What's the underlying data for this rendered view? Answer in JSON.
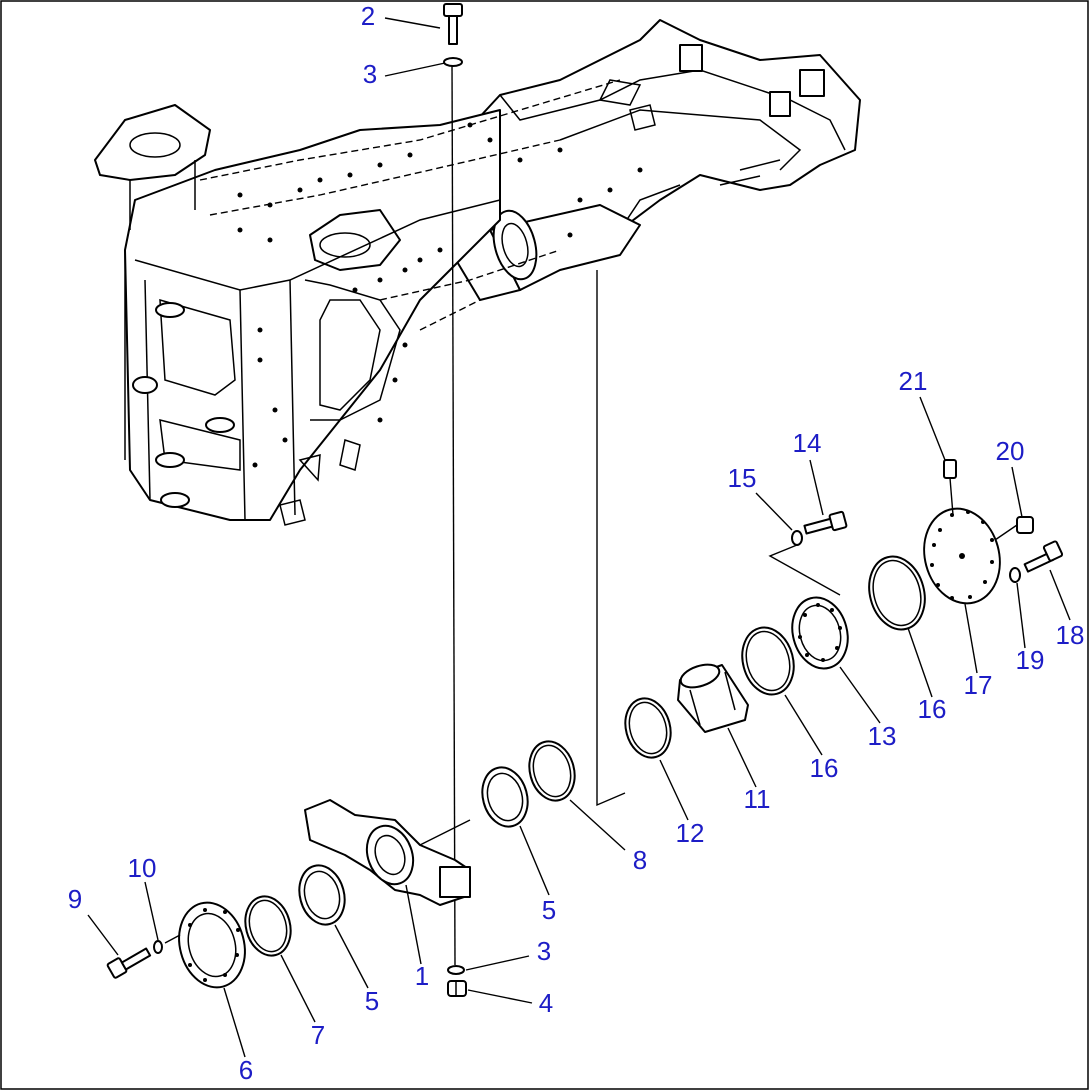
{
  "callouts": [
    {
      "id": "c-2",
      "text": "2"
    },
    {
      "id": "c-3a",
      "text": "3"
    },
    {
      "id": "c-21",
      "text": "21"
    },
    {
      "id": "c-14",
      "text": "14"
    },
    {
      "id": "c-20",
      "text": "20"
    },
    {
      "id": "c-15",
      "text": "15"
    },
    {
      "id": "c-18",
      "text": "18"
    },
    {
      "id": "c-19",
      "text": "19"
    },
    {
      "id": "c-17",
      "text": "17"
    },
    {
      "id": "c-16a",
      "text": "16"
    },
    {
      "id": "c-13",
      "text": "13"
    },
    {
      "id": "c-16b",
      "text": "16"
    },
    {
      "id": "c-11",
      "text": "11"
    },
    {
      "id": "c-12",
      "text": "12"
    },
    {
      "id": "c-8",
      "text": "8"
    },
    {
      "id": "c-5a",
      "text": "5"
    },
    {
      "id": "c-10",
      "text": "10"
    },
    {
      "id": "c-9",
      "text": "9"
    },
    {
      "id": "c-3b",
      "text": "3"
    },
    {
      "id": "c-4",
      "text": "4"
    },
    {
      "id": "c-1",
      "text": "1"
    },
    {
      "id": "c-5b",
      "text": "5"
    },
    {
      "id": "c-7",
      "text": "7"
    },
    {
      "id": "c-6",
      "text": "6"
    }
  ],
  "colors": {
    "callout": "#1d1dc6",
    "line": "#000000",
    "background": "#ffffff"
  }
}
